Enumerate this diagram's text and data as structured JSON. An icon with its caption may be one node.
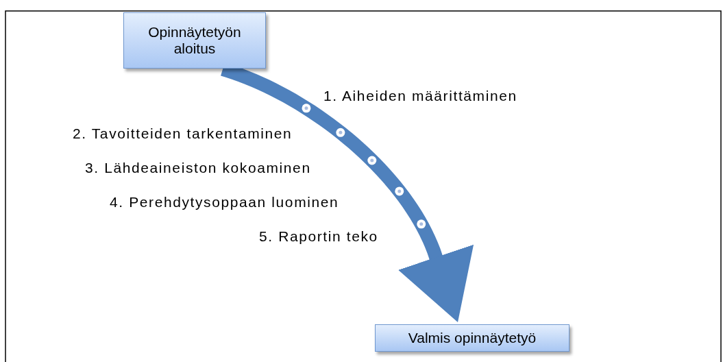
{
  "diagram": {
    "nodes": [
      {
        "text": [
          "Opinnäytetyön aloitus"
        ]
      },
      {
        "text": [
          "Valmis opinnäytetyö"
        ]
      }
    ],
    "edges": [
      {
        "from": 0,
        "to": 1,
        "arrow": "to"
      }
    ],
    "labels": [
      "1. Aiheiden määrittäminen",
      "2. Tavoitteiden tarkentaminen",
      "3. Lähdeaineiston kokoaminen",
      "4. Perehdytysoppaan luominen",
      "5. Raportin teko"
    ]
  }
}
